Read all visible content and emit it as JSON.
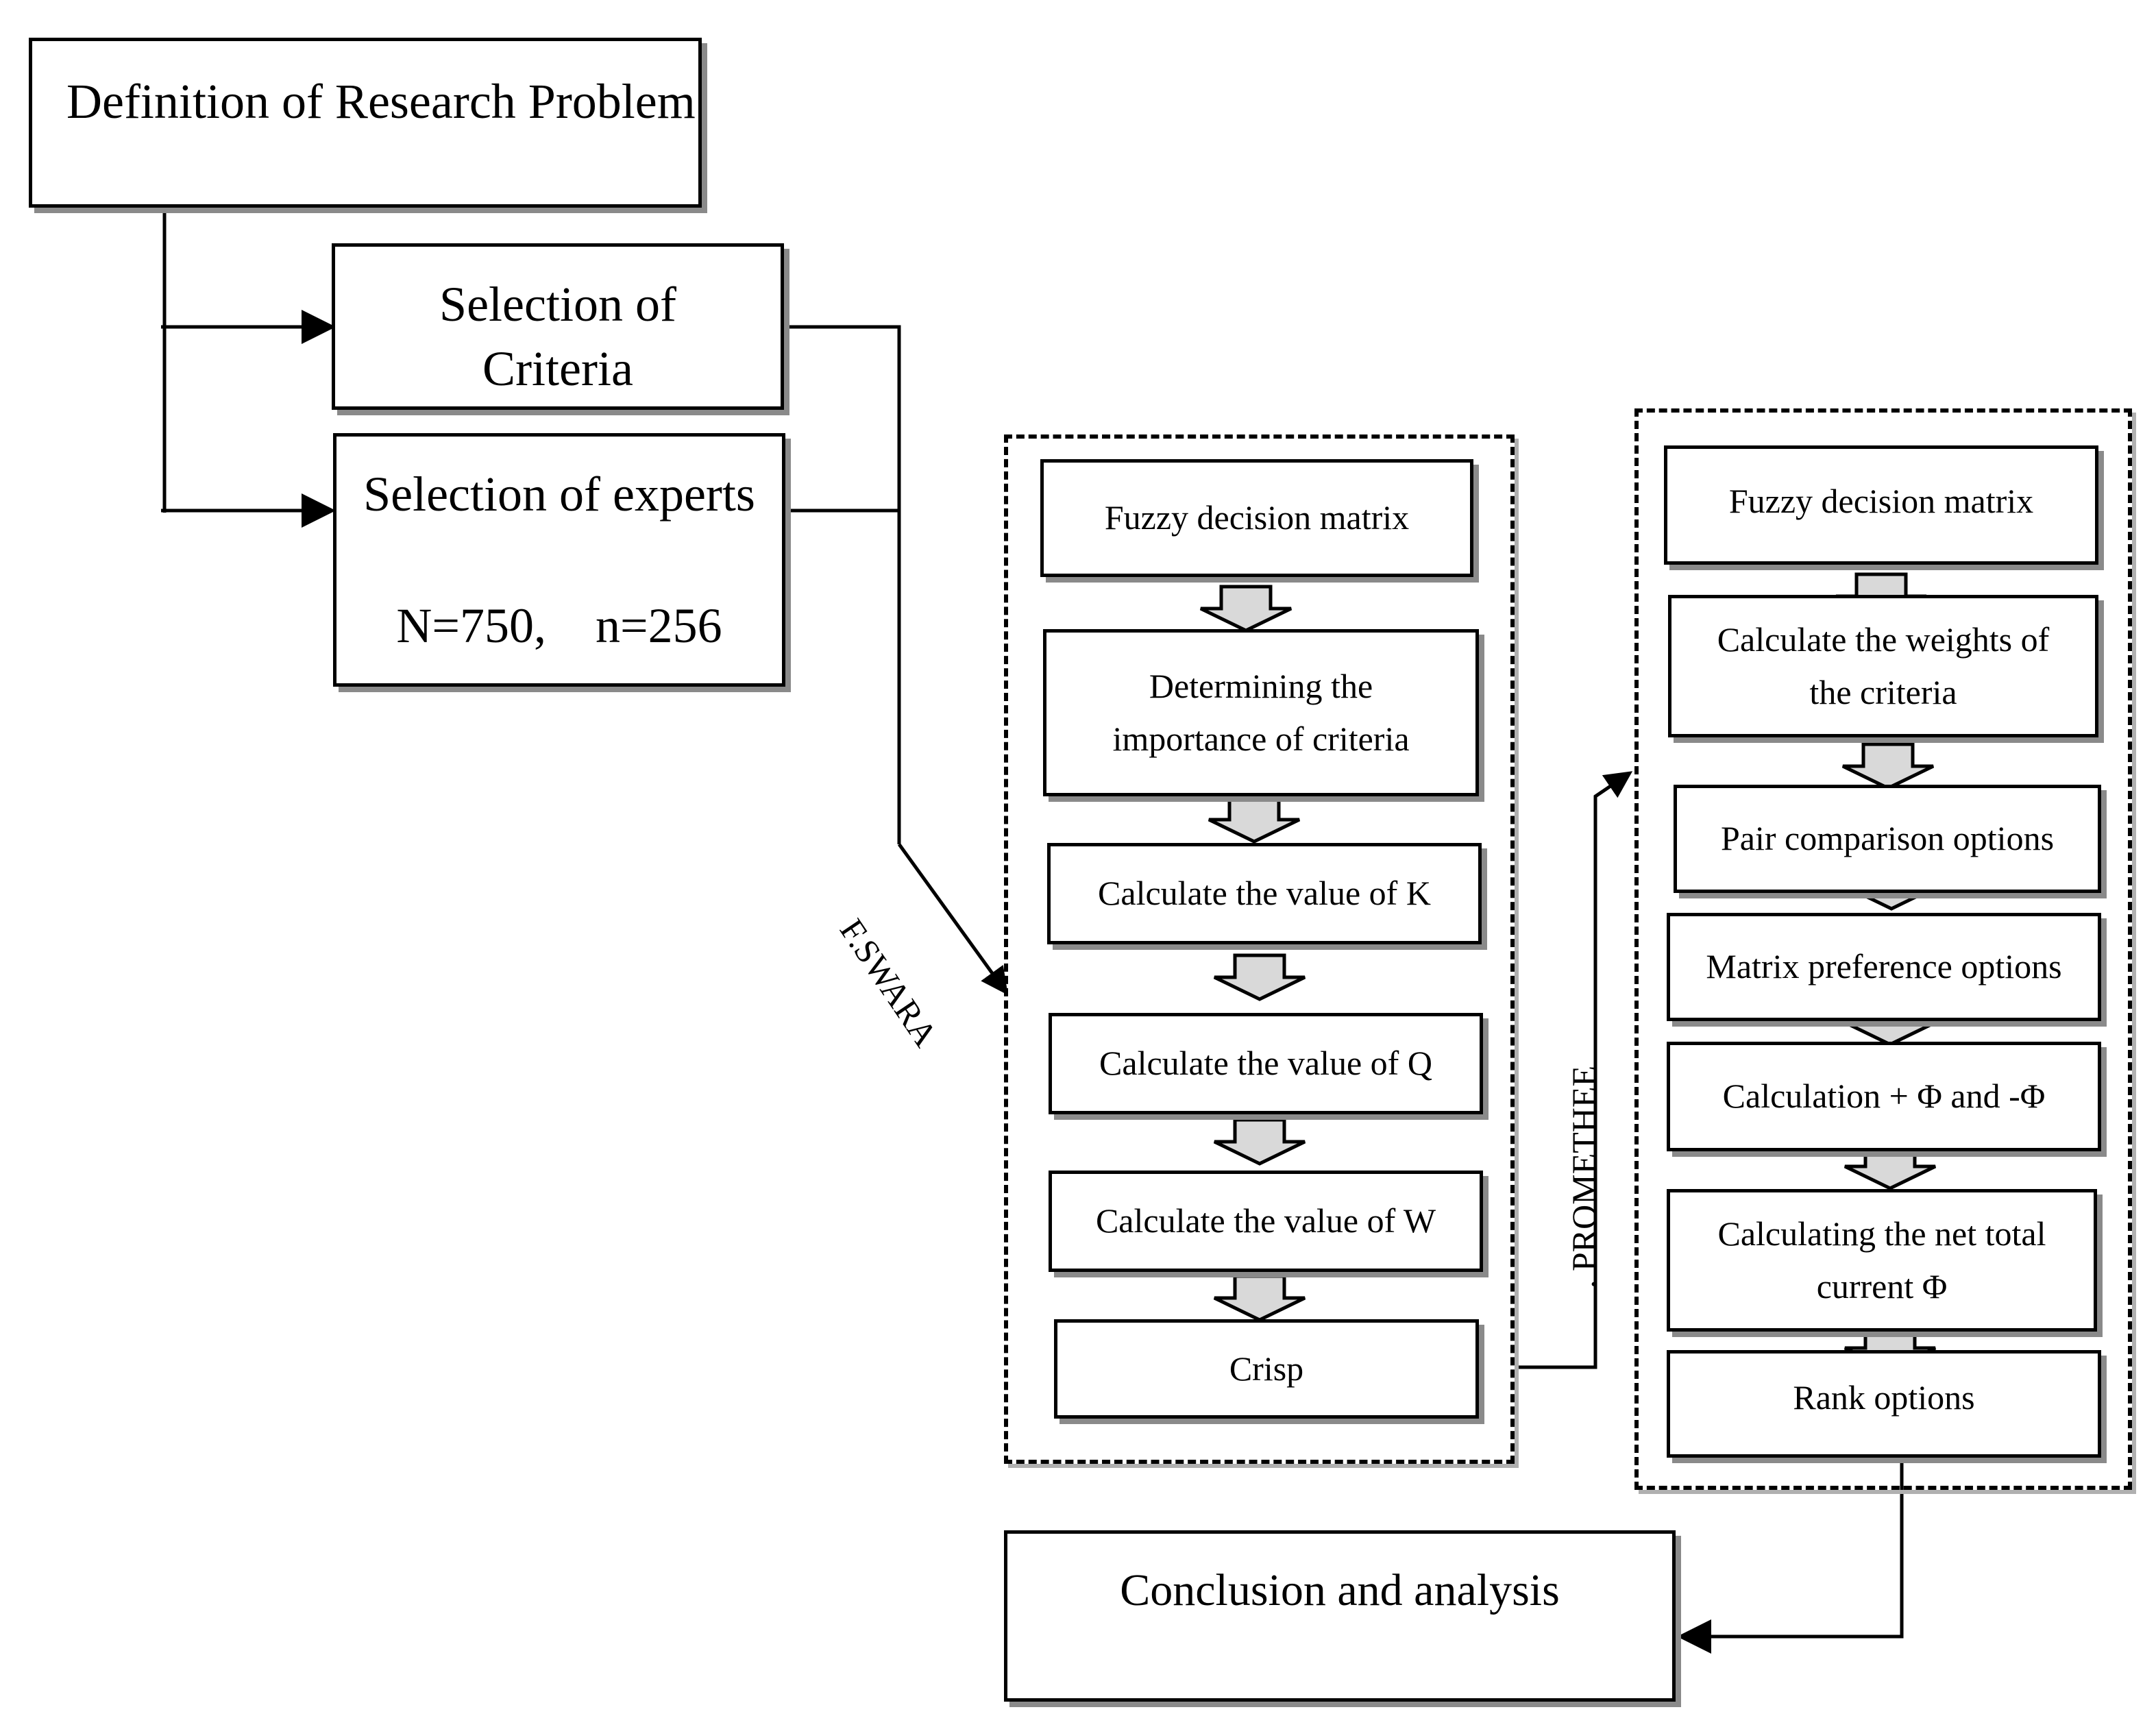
{
  "top": {
    "problem": "Definition of Research  Problem",
    "criteria_line1": "Selection of",
    "criteria_line2": "Criteria",
    "experts": "Selection of experts",
    "sample": "N=750,    n=256"
  },
  "swara": {
    "label": "F.SWARA",
    "steps": [
      "Fuzzy decision matrix",
      "Determining the importance of criteria",
      "Calculate the value of K",
      "Calculate the value of Q",
      "Calculate the value of W",
      "Crisp"
    ]
  },
  "promethee": {
    "label": ". PROMETHEE",
    "steps": [
      "Fuzzy decision matrix",
      "Calculate the weights of the criteria",
      "Pair comparison options",
      "Matrix preference options",
      "Calculation + Φ and -Φ",
      "Calculating the net total current Φ",
      "Rank options"
    ]
  },
  "conclusion": "Conclusion and analysis"
}
